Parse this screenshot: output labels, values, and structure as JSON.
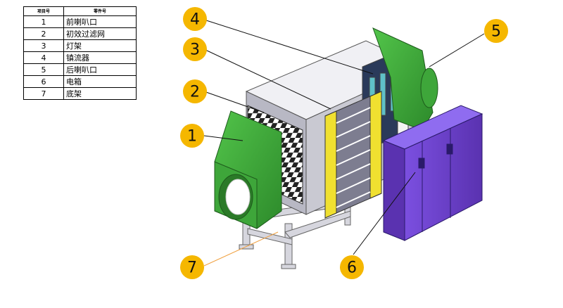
{
  "table": {
    "headers": [
      "项目号",
      "零件号"
    ],
    "rows": [
      {
        "num": "1",
        "name": "前喇叭口"
      },
      {
        "num": "2",
        "name": "初效过滤网"
      },
      {
        "num": "3",
        "name": "灯架"
      },
      {
        "num": "4",
        "name": "镇流器"
      },
      {
        "num": "5",
        "name": "后喇叭口"
      },
      {
        "num": "6",
        "name": "电箱"
      },
      {
        "num": "7",
        "name": "底架"
      }
    ]
  },
  "callouts": [
    "1",
    "2",
    "3",
    "4",
    "5",
    "6",
    "7"
  ],
  "colors": {
    "callout": "#f5b700",
    "hood_green": "#3ea63a",
    "panel_purple": "#6a3fc6",
    "lamp_yellow": "#f0e030",
    "frame_grey": "#c8c8d0"
  }
}
